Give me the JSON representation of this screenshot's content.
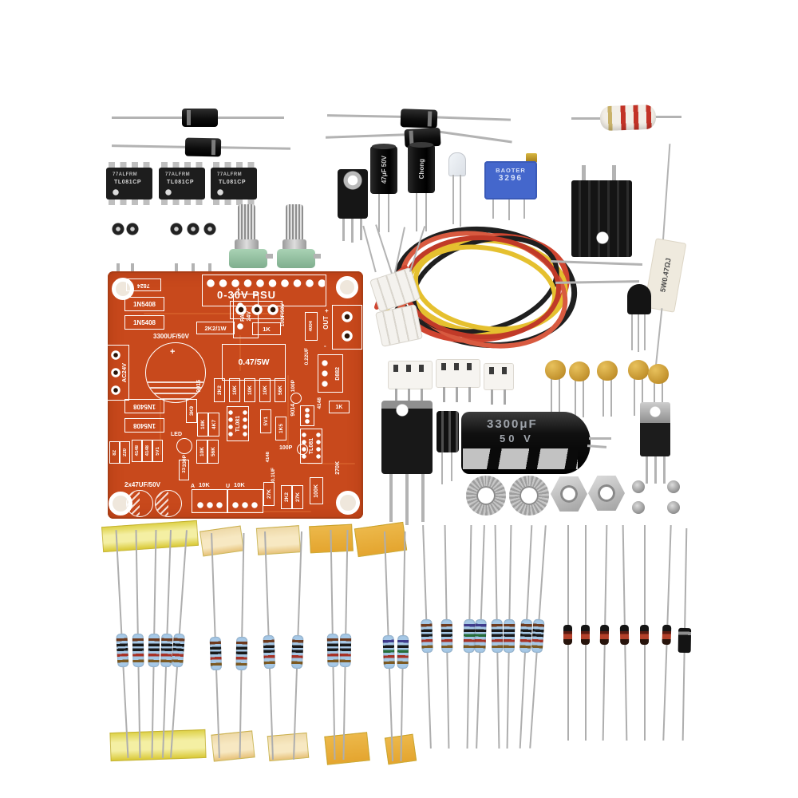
{
  "pcb": {
    "title": "0-30V PSU",
    "labels": {
      "reg7824": "7824",
      "d1n5408": "1N5408",
      "fan": "FAN",
      "v24": "24V",
      "plus": "+",
      "minus": "-",
      "r2k2_1w": "2K2/1W",
      "r1k": "1K",
      "c10uf": "10UF/50V",
      "d4004": "4004",
      "out": "OUT",
      "c3300": "3300UF/50V",
      "r047": "0.47/5W",
      "c022": "0.22UF",
      "d882": "D882",
      "ac24v": "AC24V",
      "q9015": "9015",
      "q9014": "9014",
      "r2k2": "2K2",
      "r10k": "10K",
      "r56k": "56K",
      "c100p": "100P",
      "r3k9": "3K9",
      "r4k7": "4K7",
      "tl081": "TL081",
      "z5v1": "5V1",
      "r1k5": "1K5",
      "d4148": "4148",
      "r82": "82",
      "r220": "220",
      "led": "LED",
      "c330p": "330P",
      "c01uf": "0.1UF",
      "r33": "33",
      "ra": "A",
      "ru": "U",
      "c2x47": "2x47UF/50V",
      "r27k": "27K",
      "r100k": "100K",
      "r270k": "270K"
    }
  },
  "parts": {
    "ic": {
      "brand": "77ALFRM",
      "part": "TL081CP"
    },
    "trimmer": {
      "brand": "BAOTER",
      "model": "3296"
    },
    "cement_resistor": {
      "label": "5W0.47ΩJ"
    },
    "big_cap": {
      "value": "3300μF",
      "voltage": "50 V"
    },
    "small_cap": {
      "label": "47μF 50V"
    },
    "small_cap2": {
      "label": "Chong"
    }
  },
  "parts_visible": [
    "rectifier diodes 1N5408",
    "TL081CP op-amp ICs x3",
    "47uF/50V electrolytic capacitors",
    "3mm LED",
    "BAOTER 3296 trimmer",
    "heatsink",
    "5W 0.47R cement resistor",
    "2P/3P screw terminal blocks",
    "potentiometers x2",
    "main PCB 0-30V PSU",
    "wire harness red/yellow/black",
    "JST connectors",
    "ceramic disc capacitors x5",
    "TO-3P power transistor",
    "3300uF/50V capacitor",
    "TO-220 regulator",
    "washers, nuts, screws",
    "metal film resistors",
    "small diodes",
    "power resistor"
  ],
  "colors": {
    "pcb": "#c8491c",
    "silkscreen": "#ffffff",
    "tape_yellow": "#e9e27b",
    "tape_orange": "#e6ae3f",
    "wire_red": "#cf4530",
    "wire_yellow": "#e5c02f",
    "wire_black": "#1f1f1f",
    "terminal_blue": "#4a74d9",
    "trimmer_blue": "#4467cc",
    "resistor_body": "#a6c8e6"
  }
}
